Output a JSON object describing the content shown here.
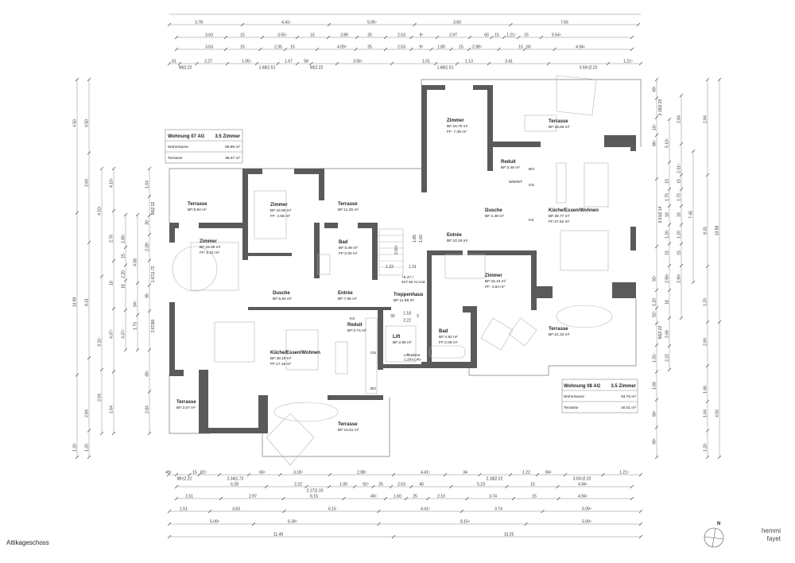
{
  "drawing_title": "Attikageschoss",
  "north_label": "N",
  "logo": [
    "hemmi",
    "fayet"
  ],
  "units": {
    "u07": {
      "name": "Wohnung 07 AG",
      "rooms": "3.5 Zimmer",
      "living_label": "Wohnräume",
      "living_area": "98.89 m²",
      "terrace_label": "Terrasse",
      "terrace_area": "38.07 m²"
    },
    "u08": {
      "name": "Wohnung 08 AG",
      "rooms": "3.5 Zimmer",
      "living_label": "Wohnräume",
      "living_area": "93.76 m²",
      "terrace_label": "Terrasse",
      "terrace_area": "40.01 m²"
    }
  },
  "rooms": [
    {
      "name": "Terrasse",
      "bf": "BF:8.84 m²"
    },
    {
      "name": "Zimmer",
      "bf": "BF:15.60 m²",
      "ff": "FF:  4.55 m²"
    },
    {
      "name": "Terrasse",
      "bf": "BF:11.35 m²"
    },
    {
      "name": "Zimmer",
      "bf": "BF:15.08 m²",
      "ff": "FF:  5.21 m²"
    },
    {
      "name": "Bad",
      "bf": "BF:5.49 m²",
      "ff": "FF:2.00 m²"
    },
    {
      "name": "Dusche",
      "bf": "BF:5.94 m²"
    },
    {
      "name": "Entrée",
      "bf": "BF:7.65 m²"
    },
    {
      "name": "Treppenhaus",
      "bf": "BF:11.88 m²"
    },
    {
      "name": "Reduit",
      "bf": "BF:0.74 m²"
    },
    {
      "name": "Lift",
      "bf": "BF:2.80 m²"
    },
    {
      "name": "Küche/Essen/Wohnen",
      "bf": "BF:48.19 m²",
      "ff": "FF:17.18 m²"
    },
    {
      "name": "Terrasse",
      "bf": "BF:3.07 m²"
    },
    {
      "name": "Terrasse",
      "bf": "BF:14.61 m²"
    },
    {
      "name": "Zimmer",
      "bf": "BF:16.70 m²",
      "ff": "FF:  7.39 m²"
    },
    {
      "name": "Terrasse",
      "bf": "BF:18.69 m²"
    },
    {
      "name": "Reduit",
      "bf": "BF:3.49 m²"
    },
    {
      "name": "Dusche",
      "bf": "BF:4.48 m²"
    },
    {
      "name": "Küche/Essen/Wohnen",
      "bf": "BF:38.77 m²",
      "ff": "FF:27.62 m²"
    },
    {
      "name": "Entrée",
      "bf": "BF:10.19 m²"
    },
    {
      "name": "Zimmer",
      "bf": "BF:15.19 m²",
      "ff": "FF:  4.84 m²"
    },
    {
      "name": "Bad",
      "bf": "BF:4.92 m²",
      "ff": "FF:2.06 m²"
    },
    {
      "name": "Terrasse",
      "bf": "BF:21.32 m²"
    }
  ],
  "annotations": {
    "level": [
      "+5.47 /",
      "427.52 m.ü.M."
    ],
    "stair_dims": [
      "1.22",
      "1.31",
      "2.60⁵",
      "1.85",
      "1.60"
    ],
    "lift_dims": [
      "30",
      "1.18",
      "2.22",
      "3"
    ],
    "lift_cabin": [
      "Liftkabine",
      "1.20x1.40"
    ],
    "appliances": [
      "KS",
      "GS",
      "BO",
      "BO",
      "GS",
      "KS",
      "WM/WT"
    ]
  },
  "dims": {
    "top": [
      [
        "3.78",
        "4.41⁵",
        "5.05⁵",
        "3.83",
        "7.66"
      ],
      [
        "3.63",
        "15",
        "3.55⁵",
        "15",
        "2.89",
        "25",
        "2.53",
        "9⁵",
        "2.97",
        "60",
        "15",
        "1.21⁵",
        "15",
        "5.54⁵"
      ],
      [
        "3.63",
        "15",
        "2.35",
        "15",
        "4.09⁵",
        "25",
        "2.53",
        "9⁵",
        "1.80",
        "15",
        "2.98⁵",
        "15",
        "60",
        "4.94⁵"
      ],
      [
        "61",
        "90|2.22",
        "2.27",
        "1.05⁵",
        "1.68|1.51",
        "1.67",
        "58",
        "90|2.22",
        "3.56⁵",
        "1.01",
        "1.68|1.51",
        "1.13",
        "3.41",
        "3.03⁵|2.22",
        "1.21⁵"
      ]
    ],
    "bottom": [
      [
        "49⁵",
        "88⁵|2.22",
        "15",
        "82⁵",
        "2.34|1.72",
        "66⁵",
        "3.18⁵",
        "2.98⁵",
        "4.41⁵",
        "34",
        "2.18|2.22",
        "1.22",
        "84⁵",
        "3.03⁵|2.22",
        "1.21⁵"
      ],
      [
        "6.28",
        "2.22",
        "2.17|2.10",
        "1.00",
        "92⁵",
        "25",
        "2.53",
        "40",
        "5.23",
        "15",
        "4.94⁵"
      ],
      [
        "1.51",
        "2.97",
        "6.15",
        "46⁵",
        "1.60",
        "25",
        "2.10",
        "3.74",
        "15",
        "4.94⁵"
      ],
      [
        "1.51",
        "3.83",
        "6.15",
        "4.41⁵",
        "3.74",
        "5.09⁵"
      ],
      [
        "5.09⁵",
        "6.39⁵",
        "8.15⁵",
        "5.09⁵"
      ],
      [
        "11.49",
        "13.25"
      ]
    ],
    "left": [
      [
        "4.50",
        "13.99",
        "1.20"
      ],
      [
        "4.50",
        "2.84",
        "8.31",
        "2.84",
        "1.20"
      ],
      [
        "4.10⁵",
        "3.11⁵",
        "2.64"
      ],
      [
        "4.10⁵",
        "2.76",
        "18",
        "4.37⁵",
        "1.64"
      ],
      [
        "1.85⁵",
        "15",
        "2.20",
        "18",
        "4.37⁵"
      ],
      [
        "4.08",
        "94⁵",
        "1.75"
      ],
      [
        "1.64",
        "90|2.22",
        "30",
        "2.28⁵",
        "1.67|1.72",
        "95",
        "2.67|90",
        "49⁵",
        "2.84"
      ]
    ],
    "right": [
      [
        "49⁵",
        "2.18|2.22",
        "16⁵",
        "86⁵",
        "6.61|2.14",
        "92⁵",
        "1.20",
        "92⁵",
        "90|2.22",
        "1.31⁵",
        "1.66",
        "96⁵",
        "49⁵"
      ],
      [
        "5.10⁵",
        "15",
        "1.75",
        "18",
        "1.20",
        "15",
        "2.90⁵",
        "18",
        "2.66",
        "2.22"
      ],
      [
        "2.84",
        "2.31⁵",
        "15",
        "1.75",
        "18",
        "1.20",
        "15",
        "2.90⁵"
      ],
      [
        "7.45"
      ],
      [
        "2.84",
        "8.31",
        "1.20",
        "2.84",
        "1.66",
        "1.64",
        "1.20"
      ],
      [
        "13.99",
        "4.50"
      ]
    ]
  }
}
